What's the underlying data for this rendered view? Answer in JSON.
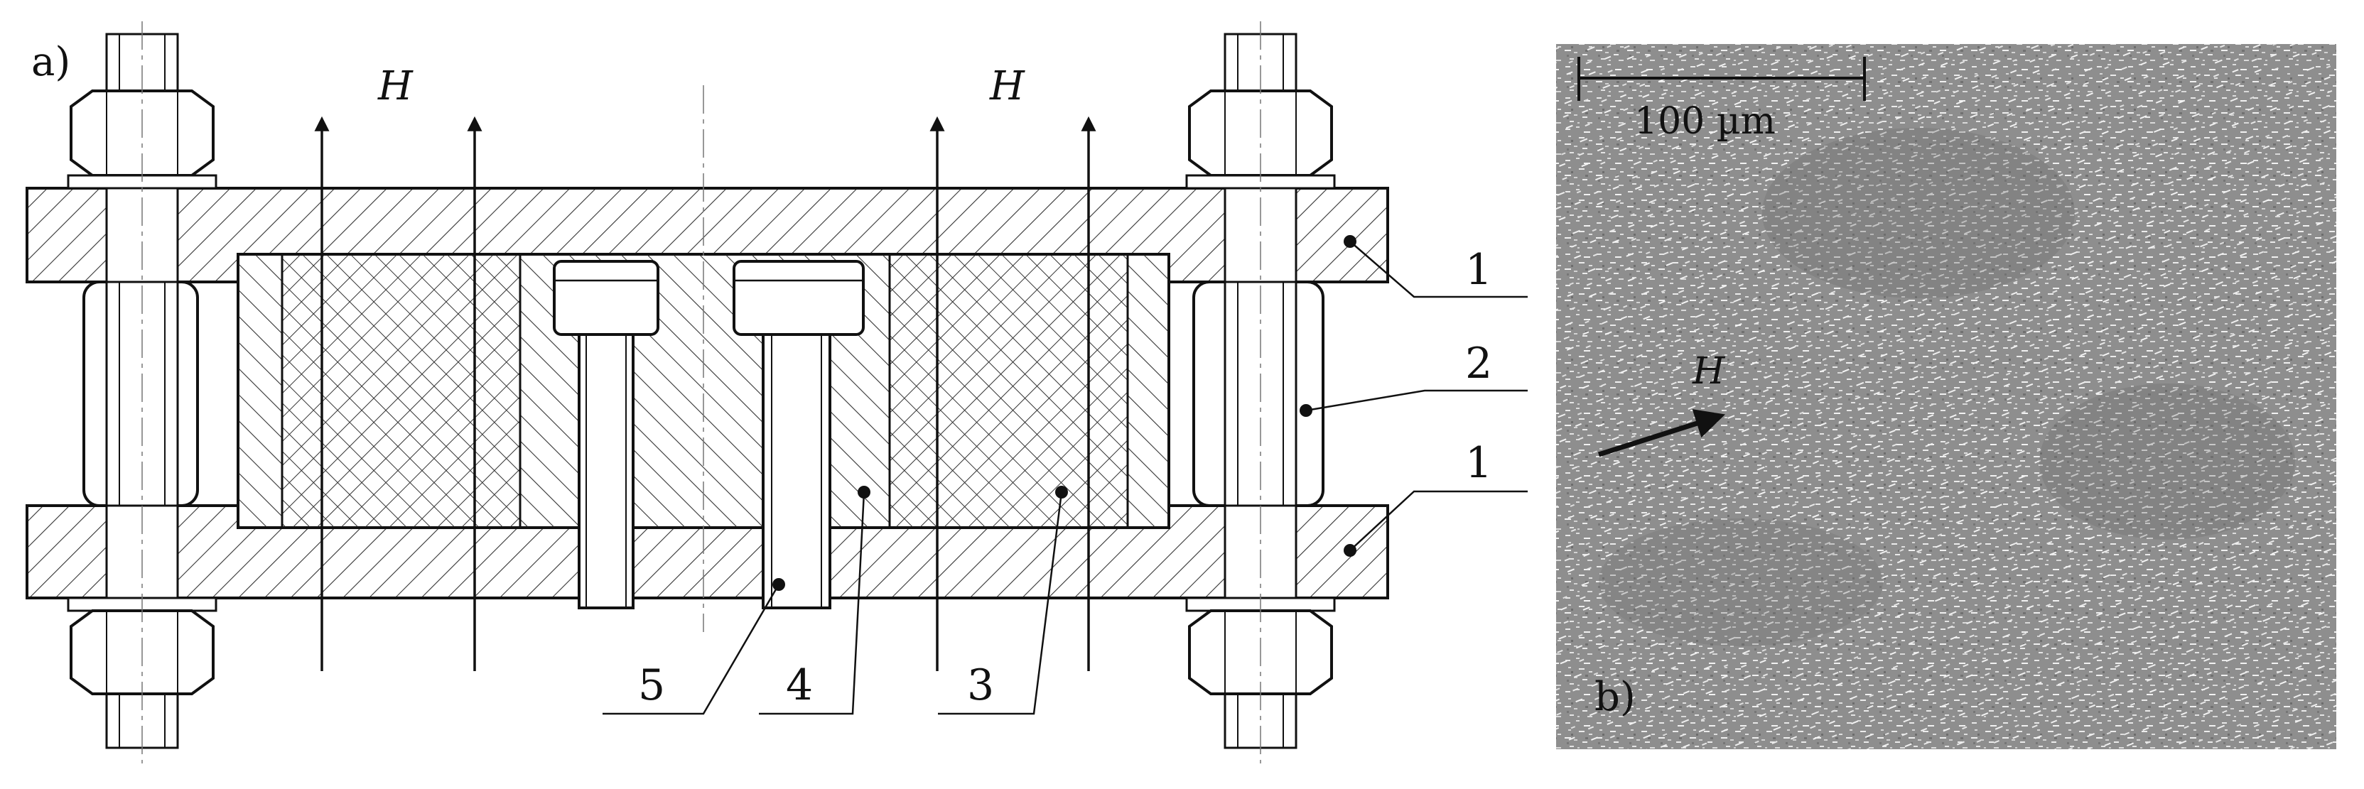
{
  "panel_a": {
    "label": "a)",
    "field_label_left": "H",
    "field_label_right": "H",
    "callouts": [
      "1",
      "2",
      "1",
      "5",
      "4",
      "3"
    ]
  },
  "panel_b": {
    "label": "b)",
    "scale_bar_text": "100 µm",
    "field_label": "H"
  }
}
